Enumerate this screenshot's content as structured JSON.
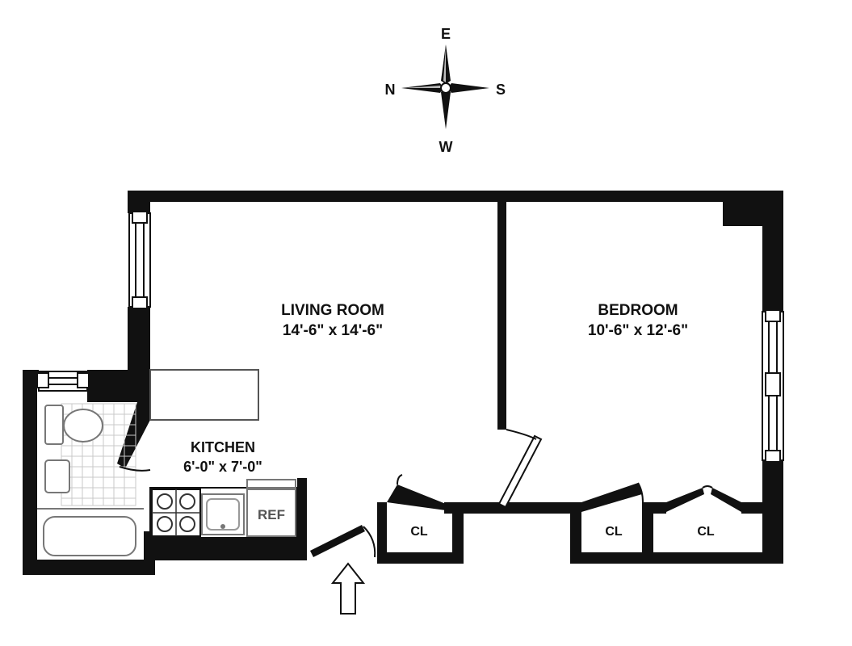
{
  "compass": {
    "north": "N",
    "south": "S",
    "east": "E",
    "west": "W"
  },
  "rooms": {
    "living_room": {
      "name": "LIVING ROOM",
      "dimensions": "14'-6\" x 14'-6\""
    },
    "bedroom": {
      "name": "BEDROOM",
      "dimensions": "10'-6\" x 12'-6\""
    },
    "kitchen": {
      "name": "KITCHEN",
      "dimensions": "6'-0\" x 7'-0\""
    }
  },
  "fixtures": {
    "refrigerator": "REF",
    "closet_1": "CL",
    "closet_2": "CL",
    "closet_3": "CL"
  },
  "colors": {
    "wall": "#111111",
    "fixture_outline": "#777777",
    "background": "#ffffff"
  }
}
